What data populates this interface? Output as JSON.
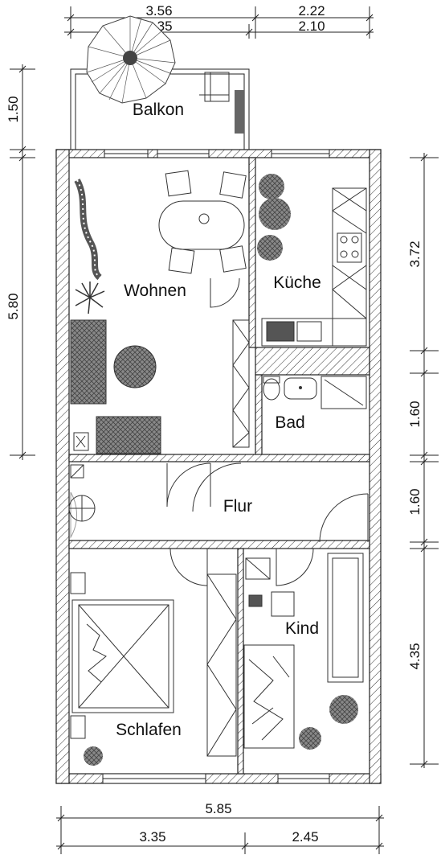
{
  "plan": {
    "rooms": {
      "balkon": "Balkon",
      "wohnen": "Wohnen",
      "kueche": "Küche",
      "bad": "Bad",
      "flur": "Flur",
      "kind": "Kind",
      "schlafen": "Schlafen"
    },
    "dimensions": {
      "top_outer_left": "3.56",
      "top_outer_right": "2.22",
      "top_inner_left": "3.35",
      "top_inner_right": "2.10",
      "left_balkon": "1.50",
      "left_wohnen": "5.80",
      "right_kueche": "3.72",
      "right_bad": "1.60",
      "right_flur": "1.60",
      "right_kind": "4.35",
      "bottom_total": "5.85",
      "bottom_left": "3.35",
      "bottom_right": "2.45"
    }
  }
}
